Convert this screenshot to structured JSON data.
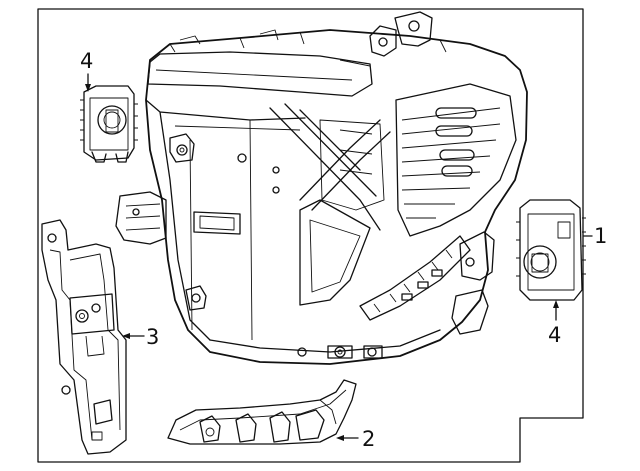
{
  "callouts": {
    "part_1": "1",
    "part_2": "2",
    "part_3": "3",
    "part_4_top": "4",
    "part_4_right": "4"
  }
}
